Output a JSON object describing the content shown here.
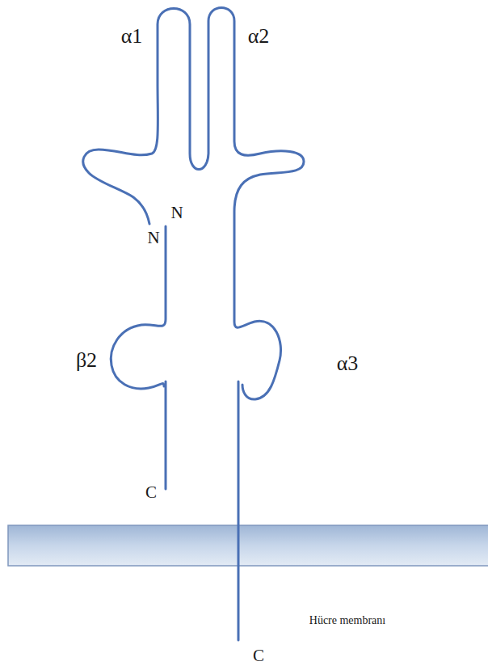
{
  "diagram": {
    "labels": [
      "α1",
      "α2",
      "N",
      "N",
      "β2",
      "α3",
      "C",
      "C",
      "Hücre membranı"
    ]
  }
}
